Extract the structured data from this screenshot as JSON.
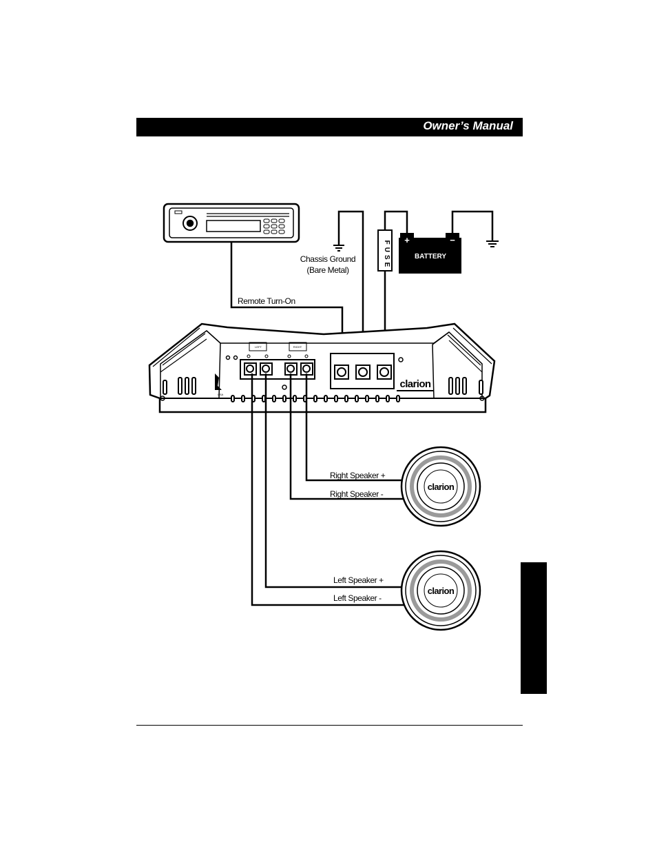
{
  "header": {
    "title": "Owner’s Manual"
  },
  "source_unit": {
    "label": "Remote Turn-On"
  },
  "ground": {
    "line1": "Chassis Ground",
    "line2": "(Bare Metal)"
  },
  "fuse": {
    "label": "FUSE"
  },
  "battery": {
    "label": "BATTERY",
    "positive": "+",
    "negative": "−"
  },
  "amplifier": {
    "brand": "clarion",
    "origin": "USA",
    "speaker_groups": {
      "left": "LEFT",
      "right": "RIGHT"
    }
  },
  "speakers": {
    "right_positive": "Right Speaker +",
    "right_negative": "Right Speaker -",
    "left_positive": "Left Speaker +",
    "left_negative": "Left Speaker -",
    "brand": "clarion"
  }
}
